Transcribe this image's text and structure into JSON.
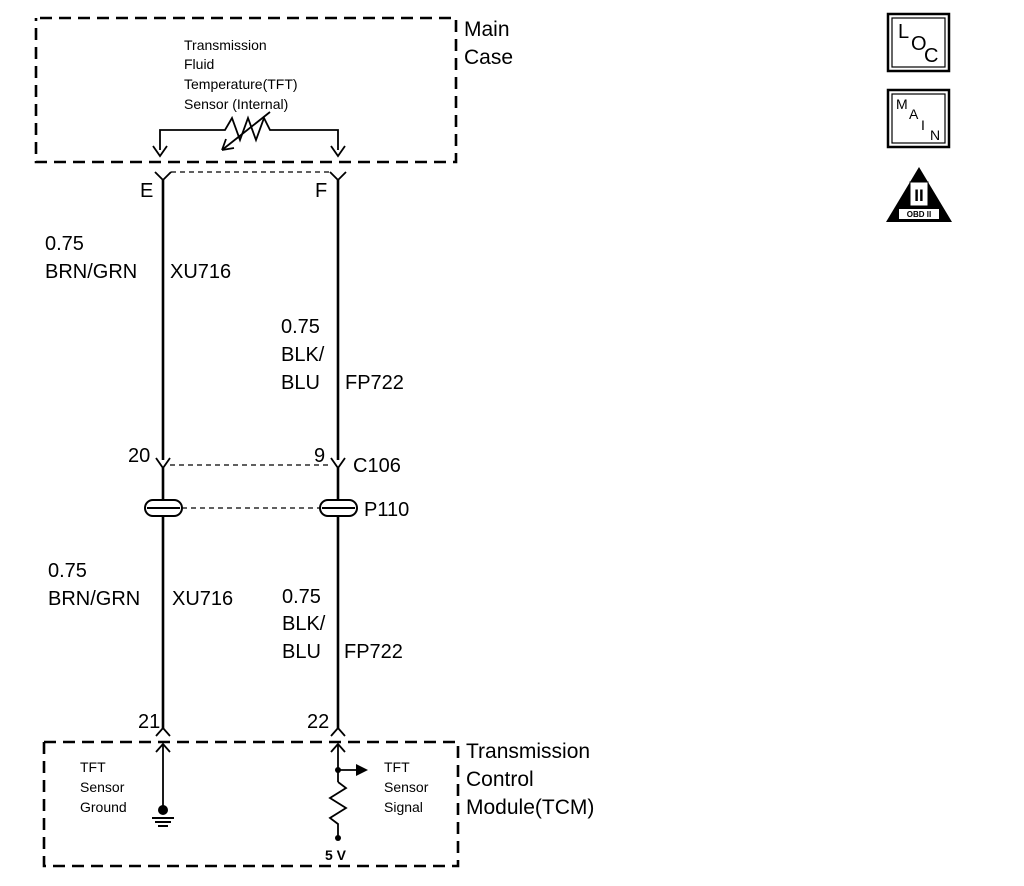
{
  "main_case": {
    "label_line1": "Main",
    "label_line2": "Case",
    "sensor_line1": "Transmission",
    "sensor_line2": "Fluid",
    "sensor_line3": "Temperature(TFT)",
    "sensor_line4": "Sensor (Internal)",
    "pin_left": "E",
    "pin_right": "F"
  },
  "upper_wires": {
    "left_gauge": "0.75",
    "left_color": "BRN/GRN",
    "left_circuit": "XU716",
    "right_gauge": "0.75",
    "right_color_line1": "BLK/",
    "right_color_line2": "BLU",
    "right_circuit": "FP722"
  },
  "connector": {
    "left_pin": "20",
    "right_pin": "9",
    "connector_id": "C106",
    "pass_through": "P110"
  },
  "lower_wires": {
    "left_gauge": "0.75",
    "left_color": "BRN/GRN",
    "left_circuit": "XU716",
    "right_gauge": "0.75",
    "right_color_line1": "BLK/",
    "right_color_line2": "BLU",
    "right_circuit": "FP722"
  },
  "tcm": {
    "label_line1": "Transmission",
    "label_line2": "Control",
    "label_line3": "Module(TCM)",
    "pin_left": "21",
    "pin_right": "22",
    "ground_line1": "TFT",
    "ground_line2": "Sensor",
    "ground_line3": "Ground",
    "signal_line1": "TFT",
    "signal_line2": "Sensor",
    "signal_line3": "Signal",
    "voltage": "5 V"
  },
  "icons": {
    "loc_letters": [
      "L",
      "O",
      "C"
    ],
    "main_letters": [
      "M",
      "A",
      "I",
      "N"
    ],
    "obd_numeral": "II",
    "obd_label": "OBD II"
  }
}
